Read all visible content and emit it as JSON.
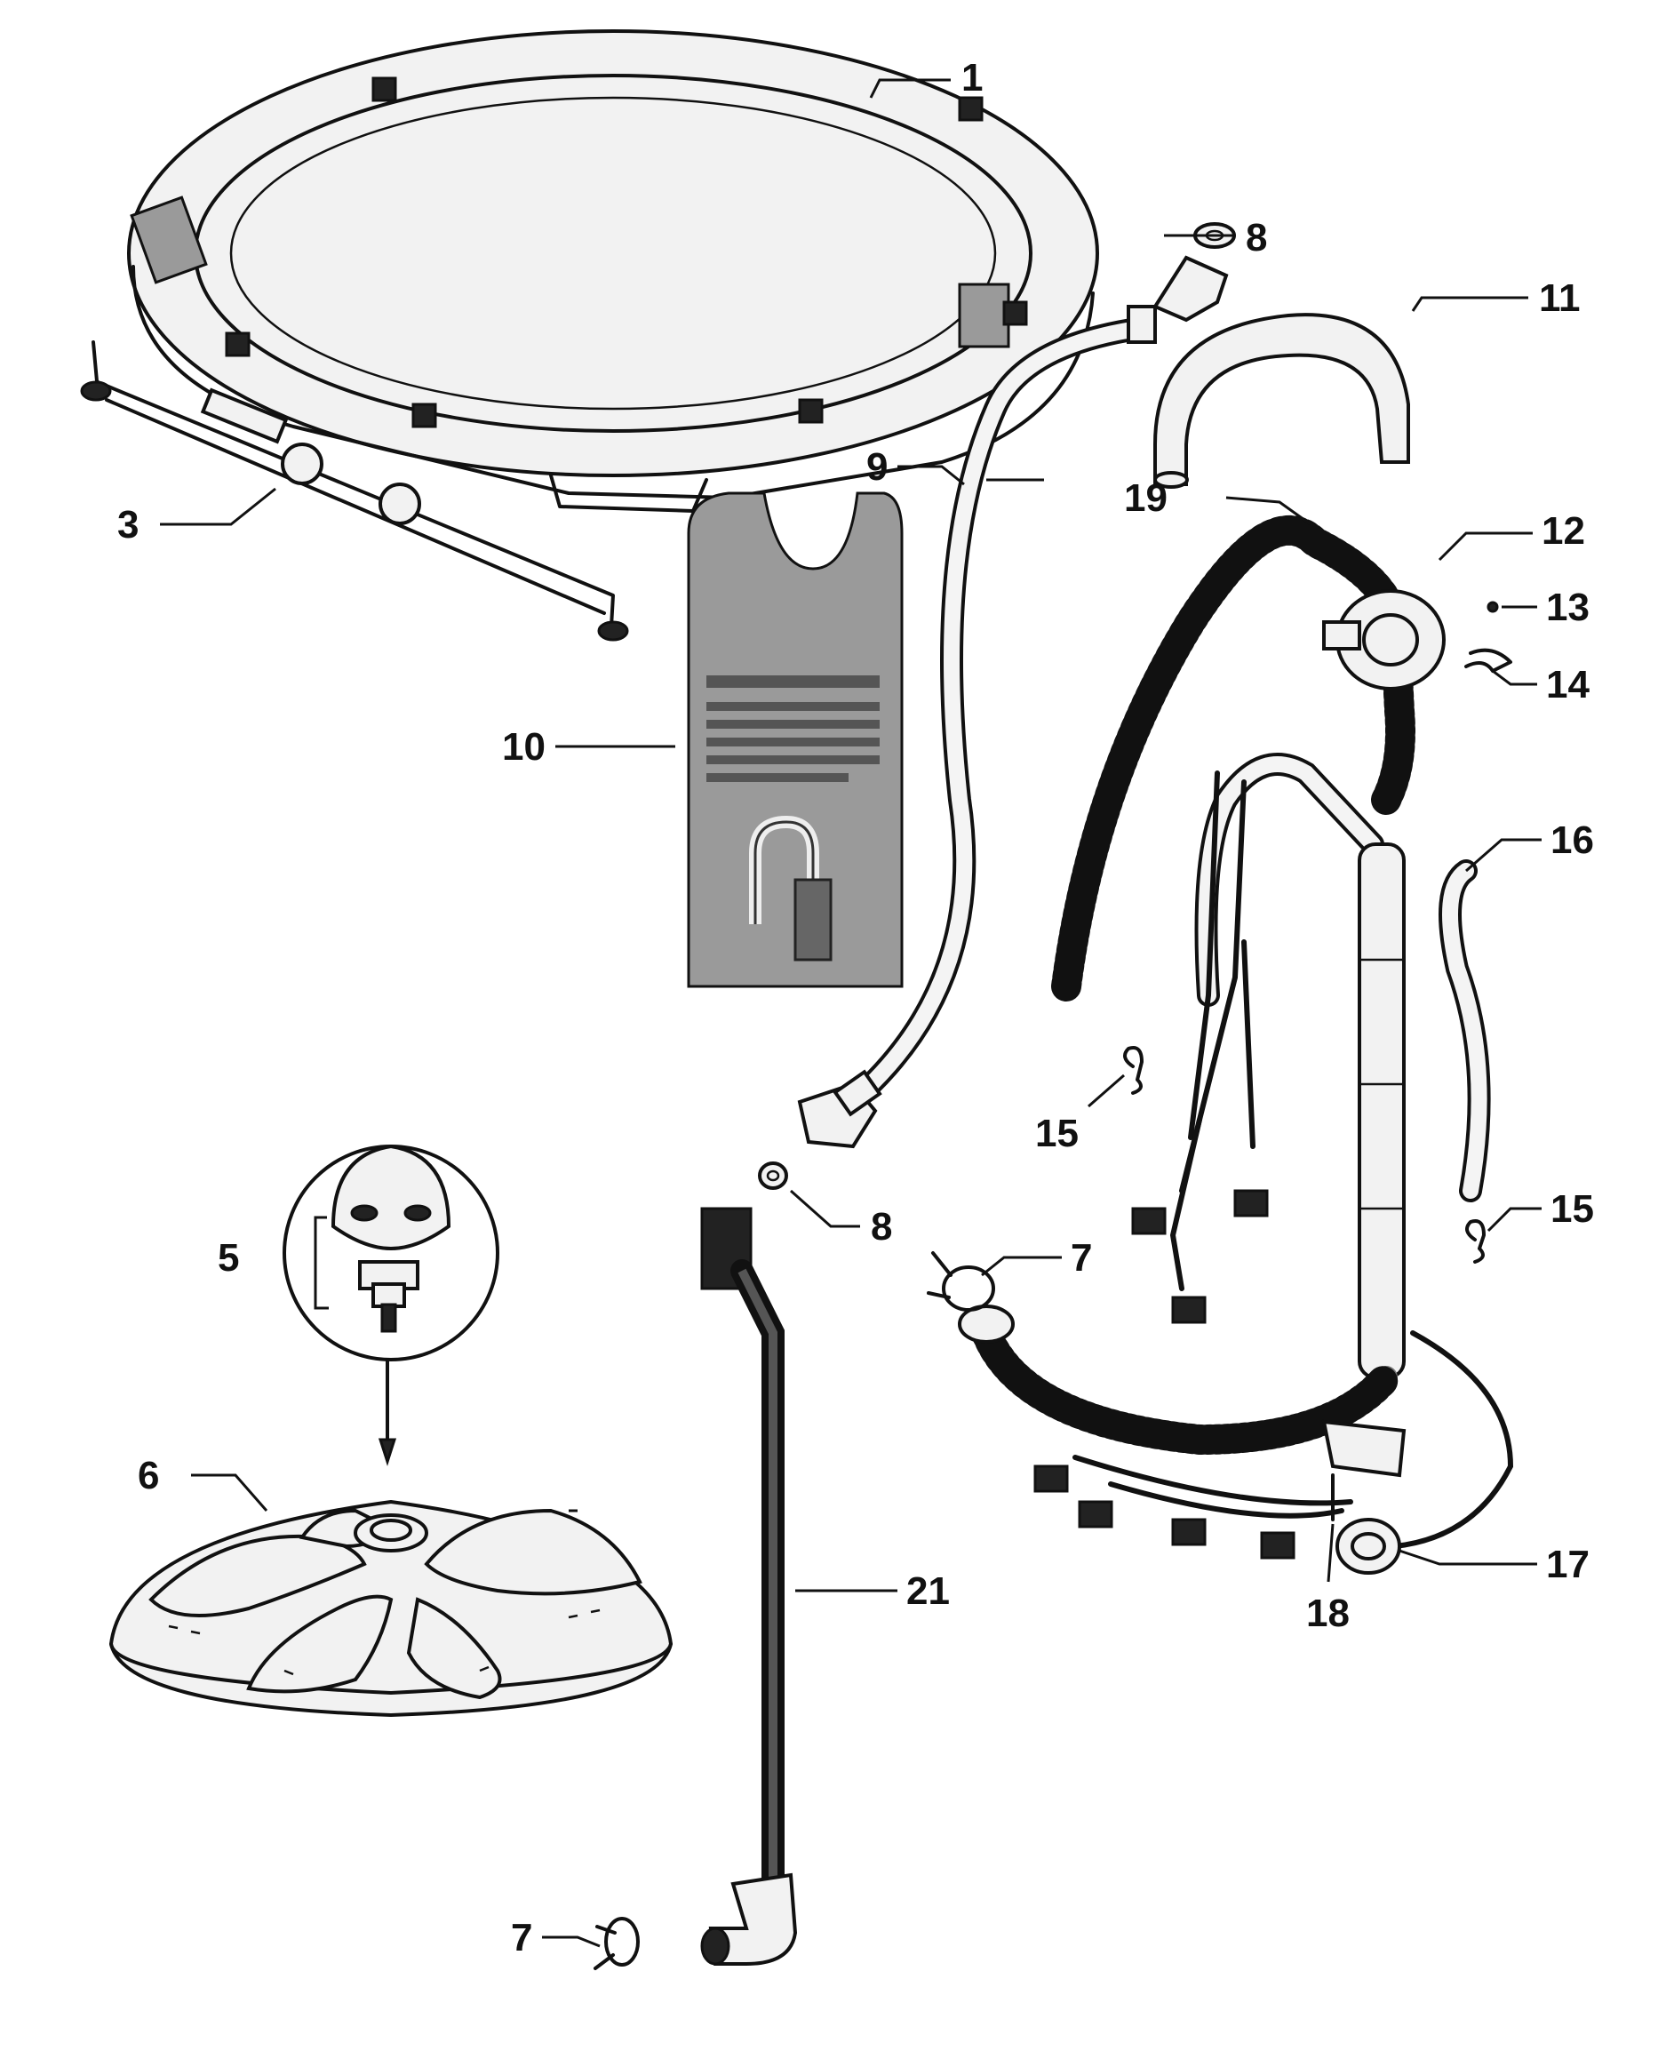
{
  "callouts": {
    "c1": "1",
    "c3": "3",
    "c5": "5",
    "c6": "6",
    "c7a": "7",
    "c7b": "7",
    "c8a": "8",
    "c8b": "8",
    "c9": "9",
    "c10": "10",
    "c11": "11",
    "c12": "12",
    "c13": "13",
    "c14": "14",
    "c15a": "15",
    "c15b": "15",
    "c16": "16",
    "c17": "17",
    "c18": "18",
    "c19": "19",
    "c21": "21"
  },
  "colors": {
    "ink": "#111111",
    "card": "#9a9a9a",
    "background": "#ffffff"
  }
}
